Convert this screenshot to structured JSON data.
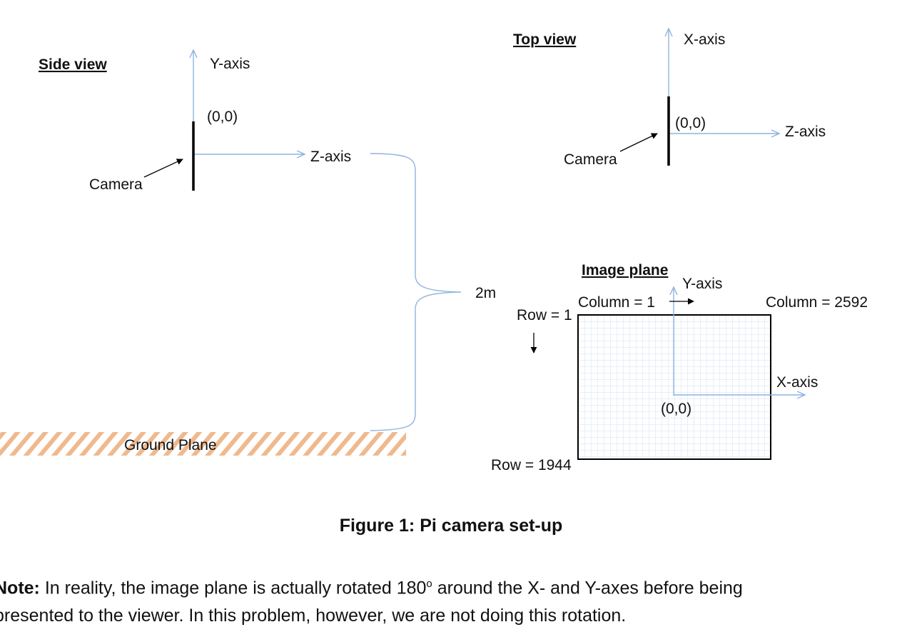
{
  "side_view": {
    "heading": "Side view",
    "y_axis": "Y-axis",
    "origin": "(0,0)",
    "z_axis": "Z-axis",
    "camera": "Camera",
    "distance": "2m",
    "ground": "Ground Plane"
  },
  "top_view": {
    "heading": "Top view",
    "x_axis": "X-axis",
    "origin": "(0,0)",
    "z_axis": "Z-axis",
    "camera": "Camera"
  },
  "image_plane": {
    "heading": "Image plane",
    "y_axis": "Y-axis",
    "column_first": "Column = 1",
    "column_last": "Column = 2592",
    "row_first": "Row = 1",
    "row_last": "Row = 1944",
    "x_axis": "X-axis",
    "origin": "(0,0)"
  },
  "caption": "Figure 1: Pi camera set-up",
  "note": {
    "label": "Note:",
    "line1": " In reality, the image plane is actually rotated 180",
    "superscript": "o",
    "line1_end": " around the X- and Y-axes before being",
    "line2": "presented to the viewer. In this problem, however, we are not doing this rotation."
  },
  "colors": {
    "axis": "#8fb3df",
    "ground_hatch": "#efb98e",
    "grid": "#d9e5f2"
  }
}
